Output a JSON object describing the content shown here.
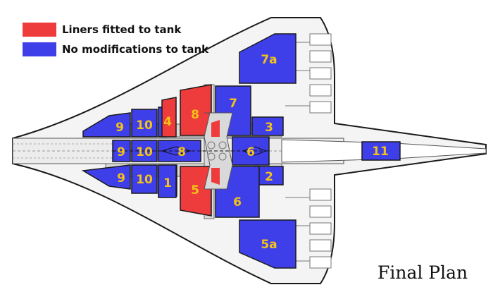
{
  "legend": {
    "items": [
      {
        "label": "Liners fitted to tank",
        "color": "#ee3b3b"
      },
      {
        "label": "No modifications to tank",
        "color": "#3f3fea"
      }
    ]
  },
  "caption": "Final Plan",
  "colors": {
    "lined": "#ee3b3b",
    "unmodified": "#3f3fea",
    "tank_number": "#f3c218",
    "airframe": "#d9d9d9",
    "outline": "#1a1a1a"
  },
  "tanks": {
    "t9_upper": "9",
    "t10_upper": "10",
    "t4": "4",
    "t8_upper": "8",
    "t7": "7",
    "t7a": "7a",
    "t3": "3",
    "t9_mid": "9",
    "t10_mid": "10",
    "t8_mid": "8",
    "t6_mid": "6",
    "t11": "11",
    "t9_lower": "9",
    "t10_lower": "10",
    "t1": "1",
    "t5": "5",
    "t2": "2",
    "t6_lower": "6",
    "t5a": "5a"
  }
}
